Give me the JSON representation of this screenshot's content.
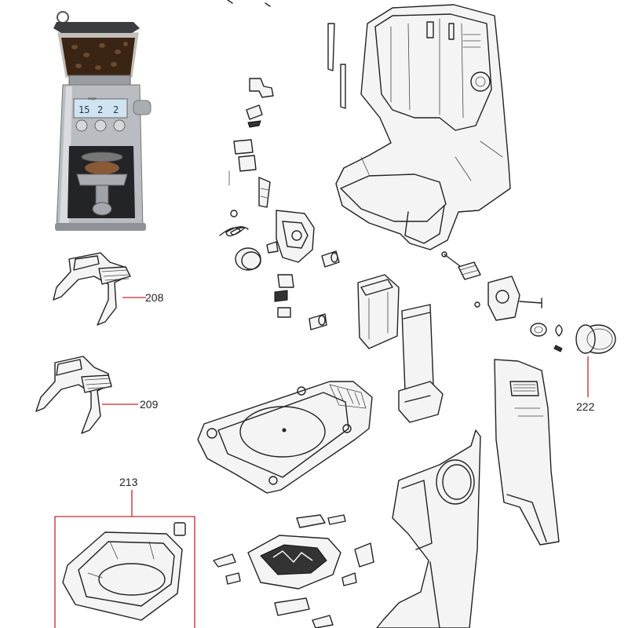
{
  "callouts": [
    {
      "id": "208",
      "label": "208"
    },
    {
      "id": "209",
      "label": "209"
    },
    {
      "id": "213",
      "label": "213"
    },
    {
      "id": "222",
      "label": "222"
    }
  ],
  "photo": {
    "brand_text": "sage",
    "display_digits": [
      "15",
      "2",
      "2"
    ]
  },
  "colors": {
    "leader_line": "#c0272d",
    "line_art": "#222222",
    "grinder_body": "#b9bcc0",
    "coffee_beans": "#3a2414"
  }
}
